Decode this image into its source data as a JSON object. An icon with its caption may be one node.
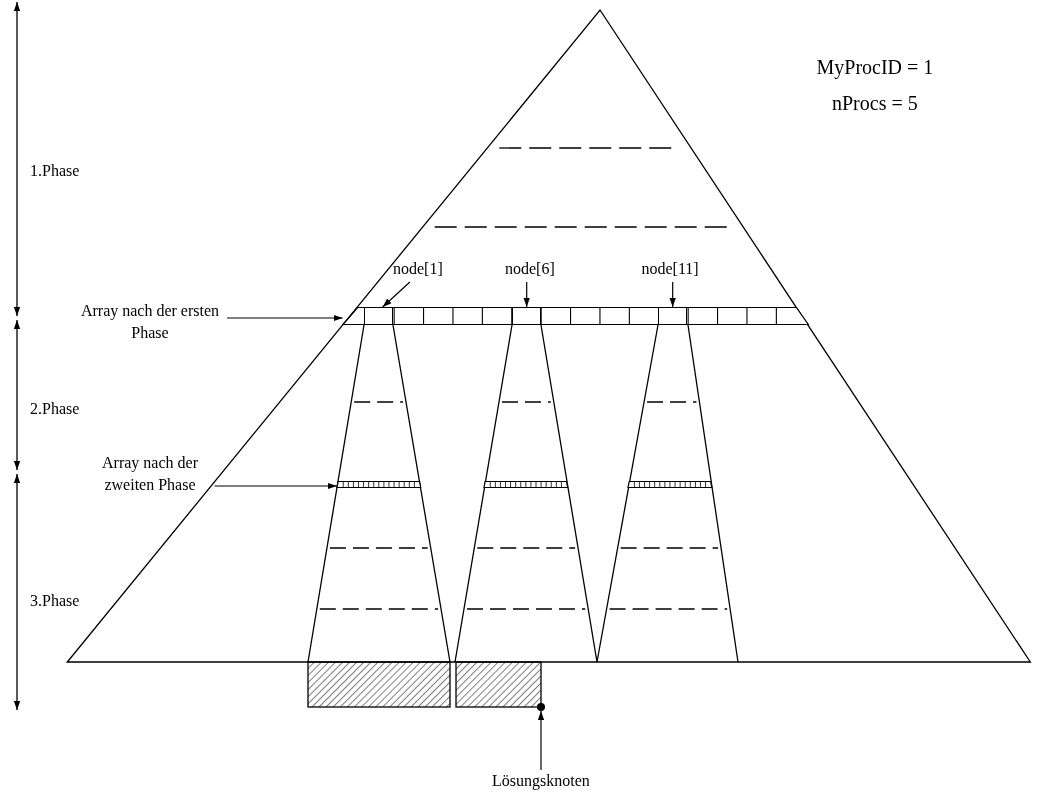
{
  "diagram": {
    "nodes": [
      {
        "text": [
          "Array nach der ersten Phase"
        ]
      },
      {
        "text": [],
        "shape": "bar"
      },
      {
        "text": [
          "node[1]"
        ]
      },
      {
        "text": [],
        "shape": "box",
        "in": 1
      },
      {
        "text": [
          "node[6]"
        ]
      },
      {
        "text": [],
        "shape": "box",
        "in": 1
      },
      {
        "text": [
          "node[11]"
        ]
      },
      {
        "text": [],
        "shape": "box",
        "in": 1
      },
      {
        "text": [
          "Array nach der zweiten Phase"
        ]
      },
      {
        "text": [],
        "shape": "bar"
      },
      {
        "text": [],
        "shape": "bar"
      },
      {
        "text": [],
        "shape": "bar"
      },
      {
        "text": [
          "Lösungsknoten"
        ]
      },
      {
        "text": [],
        "shape": "circle"
      }
    ],
    "edges": [
      {
        "from": 0,
        "to": 1,
        "arrow": "to"
      },
      {
        "from": 2,
        "to": 3,
        "arrow": "to"
      },
      {
        "from": 4,
        "to": 5,
        "arrow": "to"
      },
      {
        "from": 6,
        "to": 7,
        "arrow": "to"
      },
      {
        "from": 8,
        "to": 9,
        "arrow": "to"
      },
      {
        "from": 12,
        "to": 13,
        "arrow": "to"
      }
    ],
    "labels": [
      "MyProcID = 1",
      "nProcs = 5",
      "1.Phase",
      "2.Phase",
      "3.Phase"
    ]
  }
}
